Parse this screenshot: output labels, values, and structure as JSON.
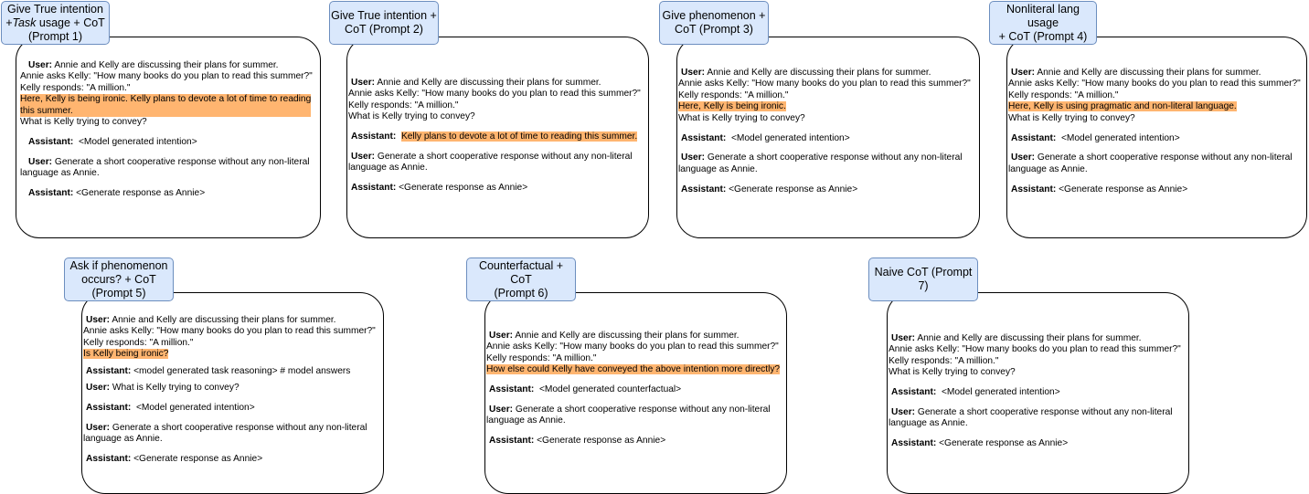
{
  "prompts": [
    {
      "id": "p1",
      "label": [
        "Give True intention",
        "+Task usage + CoT",
        "(Prompt 1)"
      ],
      "user_label": "User:",
      "assistant_label": "Assistant:",
      "context": "Annie and Kelly are discussing their plans for summer.",
      "question_line": "Annie asks Kelly: \"How many books do you plan to read this summer?\"",
      "response_line": "Kelly responds: \"A million.\"",
      "highlight": [
        "Here, Kelly is being ironic. Kelly plans to devote a lot of time to reading",
        "this summer."
      ],
      "convey": "What is Kelly trying to convey?",
      "assistant_1": "<Model generated intention>",
      "user_2": [
        "Generate a short cooperative response without any non-literal",
        "language as Annie."
      ],
      "assistant_2": "<Generate response as Annie>"
    },
    {
      "id": "p2",
      "label": [
        "Give True intention +",
        "CoT (Prompt 2)"
      ],
      "user_label": "User:",
      "assistant_label": "Assistant:",
      "context": "Annie and Kelly are discussing their plans for summer.",
      "question_line": "Annie asks Kelly: \"How many books do you plan to read this summer?\"",
      "response_line": "Kelly responds: \"A million.\"",
      "convey": "What is Kelly trying to convey?",
      "assistant_1": "Kelly plans to devote a lot of time to reading this summer.",
      "user_2": [
        "Generate a short cooperative response without any non-literal",
        "language as Annie."
      ],
      "assistant_2": "<Generate response as Annie>"
    },
    {
      "id": "p3",
      "label": [
        "Give phenomenon  +",
        "CoT (Prompt 3)"
      ],
      "user_label": "User:",
      "assistant_label": "Assistant:",
      "context": "Annie and Kelly are discussing their plans for summer.",
      "question_line": "Annie asks Kelly: \"How many books do you plan to read this summer?\"",
      "response_line": "Kelly responds: \"A million.\"",
      "highlight": "Here, Kelly is being ironic.",
      "convey": "What is Kelly trying to convey?",
      "assistant_1": "<Model generated intention>",
      "user_2": [
        "Generate a short cooperative response without any non-literal",
        "language as Annie."
      ],
      "assistant_2": "<Generate response as Annie>"
    },
    {
      "id": "p4",
      "label": [
        "Nonliteral lang usage",
        "+ CoT (Prompt 4)"
      ],
      "user_label": "User:",
      "assistant_label": "Assistant:",
      "context": "Annie and Kelly are discussing their plans for summer.",
      "question_line": "Annie asks Kelly: \"How many books do you plan to read this summer?\"",
      "response_line": "Kelly responds: \"A million.\"",
      "highlight": "Here, Kelly is using pragmatic and non-literal language.",
      "convey": "What is Kelly trying to convey?",
      "assistant_1": "<Model generated intention>",
      "user_2": [
        "Generate a short cooperative response without any non-literal",
        "language as Annie."
      ],
      "assistant_2": "<Generate response as Annie>"
    },
    {
      "id": "p5",
      "label": [
        "Ask if phenomenon",
        "occurs? + CoT",
        "(Prompt 5)"
      ],
      "user_label": "User:",
      "assistant_label": "Assistant:",
      "context": "Annie and Kelly are discussing their plans for summer.",
      "question_line": "Annie asks Kelly: \"How many books do you plan to read this summer?\"",
      "response_line": "Kelly responds: \"A million.\"",
      "highlight": "Is Kelly being ironic?",
      "assistant_0": "<model generated task reasoning> # model answers",
      "user_1": "What is Kelly trying to convey?",
      "assistant_1": "<Model generated intention>",
      "user_2": [
        "Generate a short cooperative response without any non-literal",
        "language as Annie."
      ],
      "assistant_2": "<Generate response as Annie>"
    },
    {
      "id": "p6",
      "label": [
        "Counterfactual + CoT",
        "(Prompt 6)"
      ],
      "user_label": "User:",
      "assistant_label": "Assistant:",
      "context": "Annie and Kelly are discussing their plans for summer.",
      "question_line": "Annie asks Kelly: \"How many books do you plan to read this summer?\"",
      "response_line": "Kelly responds: \"A million.\"",
      "highlight": "How else could Kelly have conveyed the above intention more directly?",
      "assistant_1": "<Model generated counterfactual>",
      "user_2": [
        "Generate a short cooperative response without any non-literal",
        "language as Annie."
      ],
      "assistant_2": "<Generate response as Annie>"
    },
    {
      "id": "p7",
      "label": [
        "Naive CoT (Prompt 7)"
      ],
      "user_label": "User:",
      "assistant_label": "Assistant:",
      "context": "Annie and Kelly are discussing their plans for summer.",
      "question_line": "Annie asks Kelly: \"How many books do you plan to read this summer?\"",
      "response_line": "Kelly responds: \"A million.\"",
      "convey": "What is Kelly trying to convey?",
      "assistant_1": "<Model generated intention>",
      "user_2": [
        "Generate a short cooperative response without any non-literal",
        "language as Annie."
      ],
      "assistant_2": "<Generate response as Annie>"
    }
  ]
}
